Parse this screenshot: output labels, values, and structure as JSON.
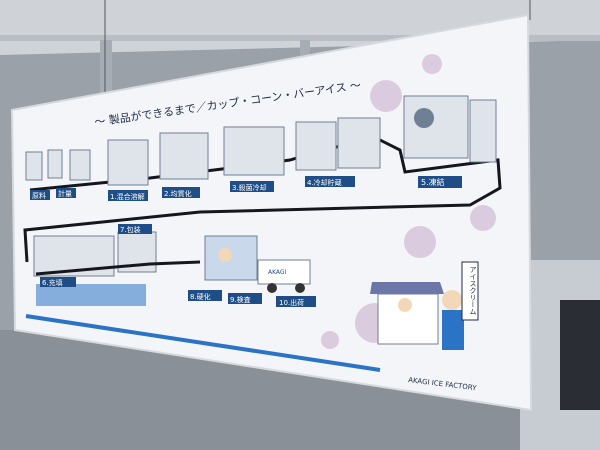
{
  "poster": {
    "title": "～ 製品ができるまで／カップ・コーン・バーアイス ～",
    "footer": "AKAGI ICE FACTORY",
    "sign": "アイスクリーム",
    "truck_logo": "AKAGI",
    "colors": {
      "pipe": "#16161f",
      "label_bg": "#1f4e86",
      "label_text": "#ffffff",
      "machine": "#dfe3ea",
      "machine_dark": "#6f7f94",
      "accent_blue": "#2b73c4",
      "awning": "#6d76a8",
      "sakura": "#d9c7dd"
    },
    "top_row": [
      {
        "id": "raw",
        "label": "原料"
      },
      {
        "id": "weigh",
        "label": "計量"
      },
      {
        "id": "s1",
        "label": "1.混合溶解"
      },
      {
        "id": "s2",
        "label": "2.均質化"
      },
      {
        "id": "s3",
        "label": "3.殺菌冷却"
      },
      {
        "id": "s4",
        "label": "4.冷却貯蔵"
      },
      {
        "id": "s5",
        "label": "5.凍結"
      }
    ],
    "bottom_row": [
      {
        "id": "s6",
        "label": "6.充填"
      },
      {
        "id": "s7",
        "label": "7.包装"
      },
      {
        "id": "s8",
        "label": "8.硬化"
      },
      {
        "id": "s9",
        "label": "9.検査"
      },
      {
        "id": "s10",
        "label": "10.出荷"
      }
    ]
  }
}
